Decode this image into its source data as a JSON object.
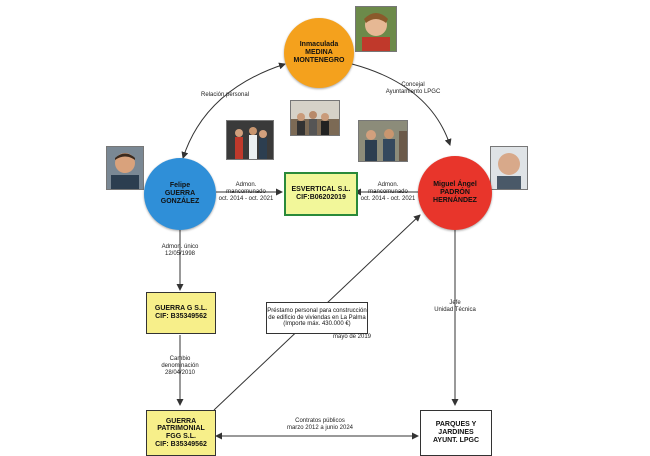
{
  "nodes": {
    "medina": "Inmaculada\nMEDINA\nMONTENEGRO",
    "guerra_person": "Felipe\nGUERRA\nGONZÁLEZ",
    "padron": "Miguel Ángel\nPADRÓN\nHERNÁNDEZ",
    "esvertical": "ESVERTICAL S.L.\nCIF:B06202019",
    "guerra_g": "GUERRA G S.L.\nCIF: B35349562",
    "guerra_patrimonial": "GUERRA\nPATRIMONIAL\nFGG S.L.\nCIF: B35349562",
    "parques": "PARQUES Y\nJARDINES\nAYUNT. LPGC",
    "prestamo": "Préstamo personal para construcción\nde edificio de viviendas en La Palma\n(Importe máx. 430.000 €)"
  },
  "labels": {
    "relacion": "Relación personal",
    "concejal": "Concejal\nAyuntamiento LPGC",
    "admon_left": "Admon.\nmancomunado\noct. 2014 - oct. 2021",
    "admon_right": "Admon.\nmancomunado\noct. 2014 - oct. 2021",
    "admon_unico": "Admon. único\n12/05/1998",
    "cambio": "Cambio\ndenominación\n28/04/2010",
    "jefe": "Jefe\nUnidad Técnica",
    "mayo": "mayo de 2019",
    "contratos": "Contratos públicos\nmarzo 2012 a junio 2024"
  },
  "colors": {
    "orange": "#f4a11d",
    "blue": "#2f8fd8",
    "red": "#e8352b",
    "yellow": "#f7ef8a",
    "green_box": "#f2f79a",
    "green_border": "#2a8a3a",
    "arrow": "#333333"
  }
}
